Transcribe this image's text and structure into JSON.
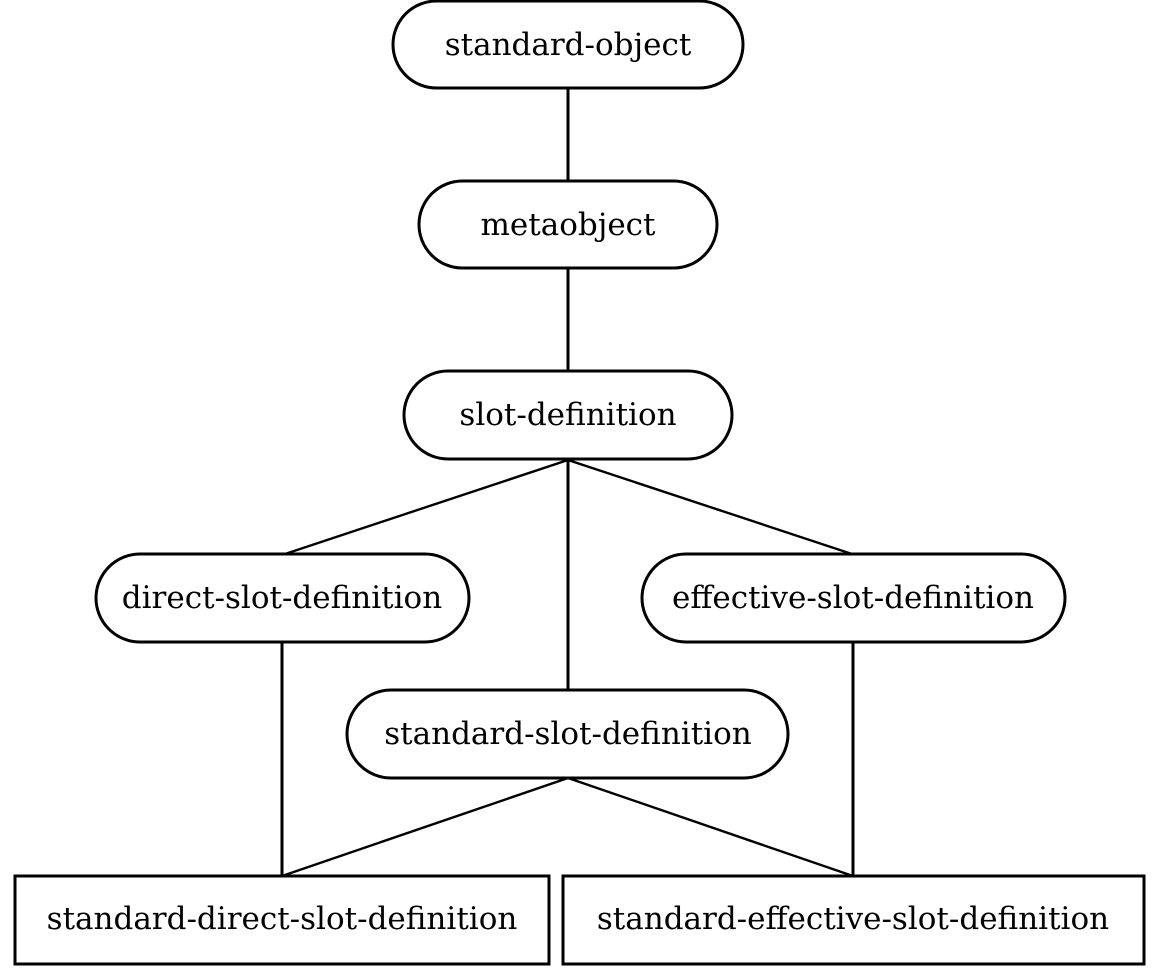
{
  "diagram": {
    "nodes": {
      "standard_object": "standard-object",
      "metaobject": "metaobject",
      "slot_definition": "slot-definition",
      "direct_slot_definition": "direct-slot-definition",
      "effective_slot_definition": "effective-slot-definition",
      "standard_slot_definition": "standard-slot-definition",
      "standard_direct_slot_definition": "standard-direct-slot-definition",
      "standard_effective_slot_definition": "standard-effective-slot-definition"
    },
    "edges": [
      [
        "standard-object",
        "metaobject"
      ],
      [
        "metaobject",
        "slot-definition"
      ],
      [
        "slot-definition",
        "direct-slot-definition"
      ],
      [
        "slot-definition",
        "standard-slot-definition"
      ],
      [
        "slot-definition",
        "effective-slot-definition"
      ],
      [
        "direct-slot-definition",
        "standard-direct-slot-definition"
      ],
      [
        "standard-slot-definition",
        "standard-direct-slot-definition"
      ],
      [
        "standard-slot-definition",
        "standard-effective-slot-definition"
      ],
      [
        "effective-slot-definition",
        "standard-effective-slot-definition"
      ]
    ],
    "colors": {
      "stroke": "#000000",
      "fill": "#ffffff",
      "text": "#000000"
    }
  }
}
